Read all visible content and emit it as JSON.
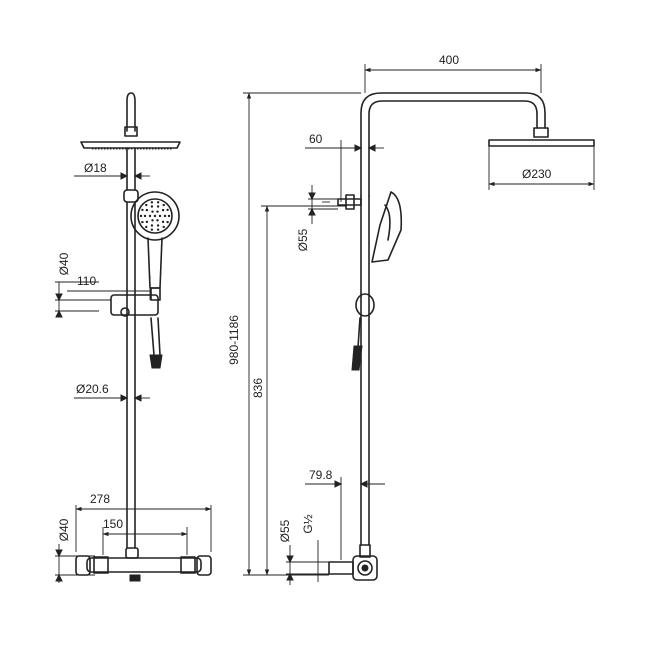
{
  "drawing": {
    "front_view": {
      "pipe_diameter": "Ø18",
      "holder_diameter": "Ø40",
      "holder_offset": "110",
      "rail_diameter": "Ø20.6",
      "mixer_width": "278",
      "inlet_spacing": "150",
      "mixer_diameter": "Ø40"
    },
    "side_view": {
      "arm_length": "400",
      "arm_offset": "60",
      "wall_bracket_diameter": "Ø55",
      "head_diameter": "Ø230",
      "total_height": "980-1186",
      "rail_height": "836",
      "inlet_offset": "79.8",
      "inlet_bracket_diameter": "Ø55",
      "thread": "G½"
    }
  }
}
